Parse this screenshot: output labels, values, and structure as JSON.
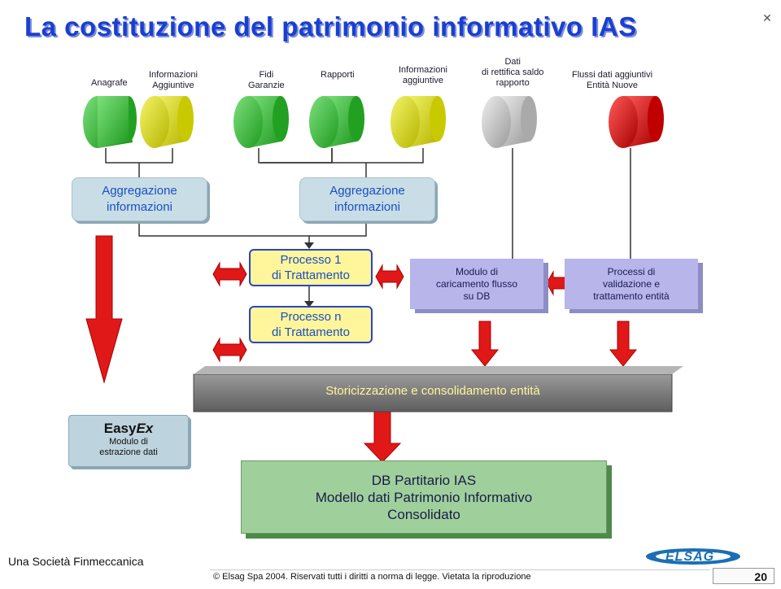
{
  "title": "La costituzione del patrimonio informativo IAS",
  "sources": [
    {
      "label": "Anagrafe",
      "color": "#3cc23c"
    },
    {
      "label": "Informazioni\nAggiuntive",
      "color": "#d8d81a"
    },
    {
      "label": "Fidi\nGaranzie",
      "color": "#3cc23c"
    },
    {
      "label": "Rapporti",
      "color": "#3cc23c"
    },
    {
      "label": "Informazioni\naggiuntive",
      "color": "#d8d81a"
    },
    {
      "label": "Dati\ndi rettifica saldo\nrapporto",
      "color": "#bdbdbd"
    },
    {
      "label": "Flussi dati aggiuntivi\nEntità Nuove",
      "color": "#d41a1a"
    }
  ],
  "aggregation": {
    "left": "Aggregazione\ninformazioni",
    "right": "Aggregazione\ninformazioni"
  },
  "processing": {
    "process_1": "Processo 1\ndi Trattamento",
    "process_n": "Processo n\ndi Trattamento",
    "loading_module": "Modulo di\ncaricamento flusso\nsu DB",
    "validation": "Processi di\nvalidazione  e\ntrattamento entità"
  },
  "historicization": "Storicizzazione e consolidamento entità",
  "easyex": {
    "brand_easy": "Easy",
    "brand_ex": "Ex",
    "subtitle": "Modulo di\nestrazione dati"
  },
  "database": {
    "line1": "DB Partitario IAS",
    "line2": "Modello dati Patrimonio Informativo",
    "line3": "Consolidato"
  },
  "footer": {
    "company": "Una Società Finmeccanica",
    "copyright": "© Elsag Spa 2004. Riservati tutti i diritti a norma di legge. Vietata la riproduzione",
    "logo": "ELSAG",
    "page_number": "20"
  },
  "colors": {
    "title_blue": "#1a3fd0",
    "arrow_red": "#e01818",
    "box_gray": "#808080"
  }
}
